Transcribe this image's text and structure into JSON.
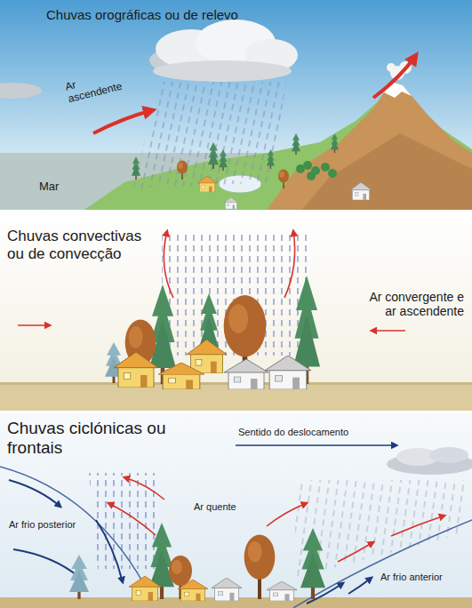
{
  "diagram": {
    "nodes": [
      {
        "text": [
          "Chuvas orográficas ou de relevo"
        ]
      },
      {
        "text": [
          "Chuvas convectivas ou de convecção"
        ]
      },
      {
        "text": [
          "Chuvas ciclónicas ou frontais"
        ]
      }
    ],
    "labels": [
      "Ar ascendente",
      "Mar",
      "Ar convergente e ar ascendente",
      "Sentido do deslocamento",
      "Ar quente",
      "Ar frio posterior",
      "Ar frio anterior"
    ]
  }
}
